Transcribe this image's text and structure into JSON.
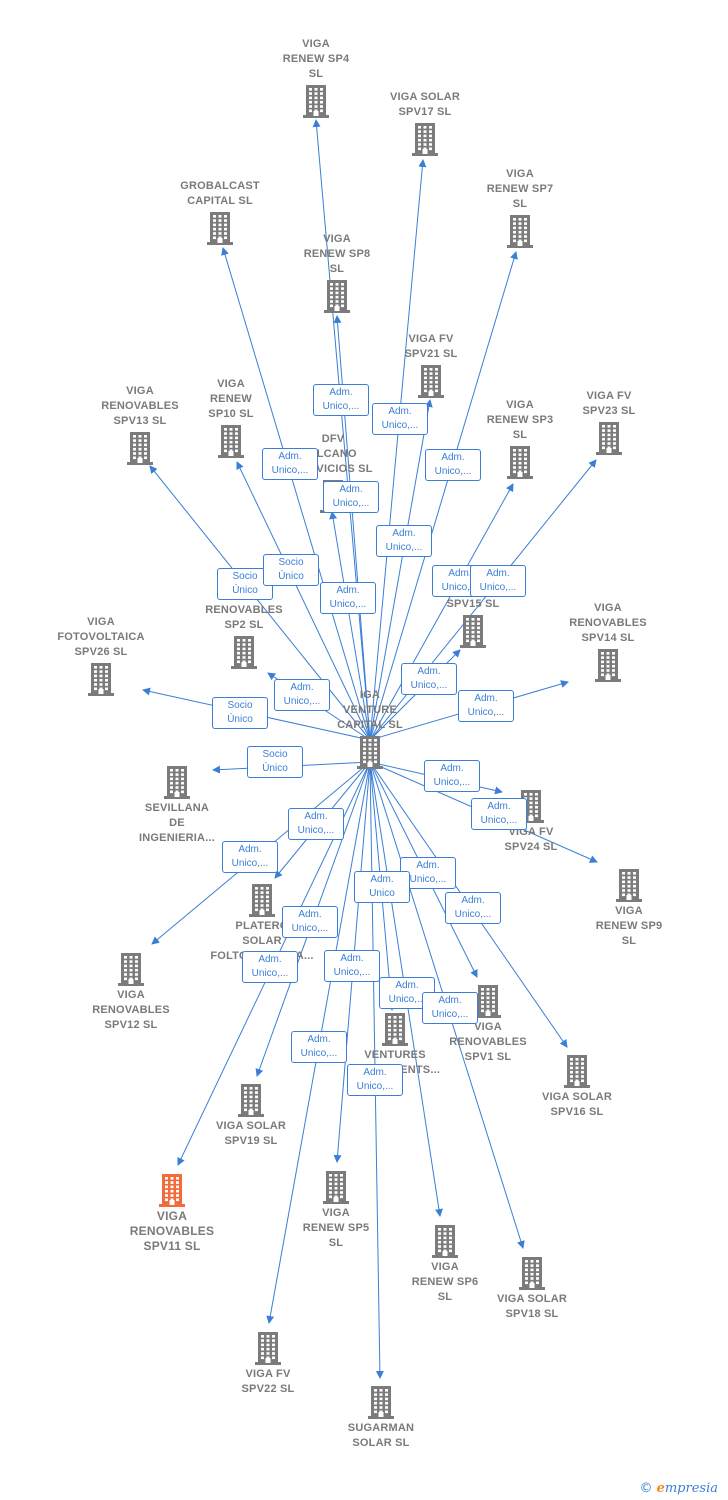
{
  "colors": {
    "node": "#7b7b7b",
    "highlight": "#f26b3a",
    "edge": "#3a7fd5",
    "text": "#7a7a7a"
  },
  "center": {
    "id": "c",
    "label": [
      "IGA",
      "VENTURE",
      "CAPITAL  SL"
    ]
  },
  "nodes": [
    {
      "id": "sp4",
      "label": [
        "VIGA",
        "RENEW SP4",
        "SL"
      ]
    },
    {
      "id": "spv17",
      "label": [
        "VIGA SOLAR",
        "SPV17  SL"
      ]
    },
    {
      "id": "grob",
      "label": [
        "GROBALCAST",
        "CAPITAL  SL"
      ]
    },
    {
      "id": "sp7",
      "label": [
        "VIGA",
        "RENEW SP7",
        "SL"
      ]
    },
    {
      "id": "sp8",
      "label": [
        "VIGA",
        "RENEW SP8",
        "SL"
      ]
    },
    {
      "id": "spv21",
      "label": [
        "VIGA FV",
        "SPV21  SL"
      ]
    },
    {
      "id": "spv13",
      "label": [
        "VIGA",
        "RENOVABLES",
        "SPV13  SL"
      ]
    },
    {
      "id": "sp10",
      "label": [
        "VIGA",
        "RENEW",
        "SP10  SL"
      ]
    },
    {
      "id": "dfv",
      "label": [
        "DFV",
        "ELCANO",
        "SERVICIOS  SL"
      ]
    },
    {
      "id": "sp3",
      "label": [
        "VIGA",
        "RENEW SP3",
        "SL"
      ]
    },
    {
      "id": "spv23",
      "label": [
        "VIGA FV",
        "SPV23  SL"
      ]
    },
    {
      "id": "sp2",
      "label": [
        "RENOVABLES",
        "SP2  SL"
      ]
    },
    {
      "id": "spv15",
      "label": [
        "SPV15  SL"
      ]
    },
    {
      "id": "spv26",
      "label": [
        "VIGA",
        "FOTOVOLTAICA",
        "SPV26  SL"
      ]
    },
    {
      "id": "spv14",
      "label": [
        "VIGA",
        "RENOVABLES",
        "SPV14  SL"
      ]
    },
    {
      "id": "sev",
      "label": [
        "SEVILLANA",
        "DE",
        "INGENIERIA..."
      ]
    },
    {
      "id": "spv24",
      "label": [
        "VIGA FV",
        "SPV24  SL"
      ]
    },
    {
      "id": "sp9",
      "label": [
        "VIGA",
        "RENEW SP9",
        "SL"
      ]
    },
    {
      "id": "plat",
      "label": [
        "PLATERO",
        "SOLAR",
        "FOLTOVOLTAICA..."
      ]
    },
    {
      "id": "spv12",
      "label": [
        "VIGA",
        "RENOVABLES",
        "SPV12  SL"
      ]
    },
    {
      "id": "spv1",
      "label": [
        "VIGA",
        "RENOVABLES",
        "SPV1  SL"
      ]
    },
    {
      "id": "vinv",
      "label": [
        "VENTURES",
        "INVESTMENTS..."
      ]
    },
    {
      "id": "spv16",
      "label": [
        "VIGA SOLAR",
        "SPV16  SL"
      ]
    },
    {
      "id": "spv19",
      "label": [
        "VIGA SOLAR",
        "SPV19  SL"
      ]
    },
    {
      "id": "spv11",
      "label": [
        "VIGA",
        "RENOVABLES",
        "SPV11  SL"
      ],
      "highlight": true
    },
    {
      "id": "sp5",
      "label": [
        "VIGA",
        "RENEW SP5",
        "SL"
      ]
    },
    {
      "id": "sp6",
      "label": [
        "VIGA",
        "RENEW SP6",
        "SL"
      ]
    },
    {
      "id": "spv18",
      "label": [
        "VIGA SOLAR",
        "SPV18  SL"
      ]
    },
    {
      "id": "spv22",
      "label": [
        "VIGA FV",
        "SPV22  SL"
      ]
    },
    {
      "id": "sug",
      "label": [
        "SUGARMAN",
        "SOLAR  SL"
      ]
    }
  ],
  "edges": [
    {
      "to": "sp4",
      "label": [
        "Adm.",
        "Unico,..."
      ]
    },
    {
      "to": "spv17",
      "label": [
        "Adm.",
        "Unico,..."
      ]
    },
    {
      "to": "grob",
      "label": [
        "Adm.",
        "Unico,..."
      ]
    },
    {
      "to": "sp7",
      "label": [
        "Adm.",
        "Unico,..."
      ]
    },
    {
      "to": "sp8",
      "label": [
        "Adm.",
        "Unico,..."
      ]
    },
    {
      "to": "spv21",
      "label": [
        "Adm.",
        "Unico,..."
      ]
    },
    {
      "to": "spv13",
      "label": [
        "Socio",
        "Único"
      ]
    },
    {
      "to": "sp10",
      "label": [
        "Socio",
        "Único"
      ]
    },
    {
      "to": "dfv",
      "label": [
        "Adm.",
        "Unico,..."
      ]
    },
    {
      "to": "sp3",
      "label": [
        "Adm.",
        "Unico,..."
      ]
    },
    {
      "to": "spv23",
      "label": [
        "Adm.",
        "Unico,..."
      ]
    },
    {
      "to": "sp2",
      "label": [
        "Adm.",
        "Unico,..."
      ]
    },
    {
      "to": "spv15",
      "label": [
        "Adm.",
        "Unico,..."
      ]
    },
    {
      "to": "spv26",
      "label": [
        "Socio",
        "Único"
      ]
    },
    {
      "to": "spv14",
      "label": [
        "Adm.",
        "Unico,..."
      ]
    },
    {
      "to": "sev",
      "label": [
        "Socio",
        "Único"
      ]
    },
    {
      "to": "spv24",
      "label": [
        "Adm.",
        "Unico,..."
      ]
    },
    {
      "to": "sp9",
      "label": [
        "Adm.",
        "Unico,..."
      ]
    },
    {
      "to": "plat",
      "label": [
        "Adm.",
        "Unico,..."
      ]
    },
    {
      "to": "spv12",
      "label": [
        "Adm.",
        "Unico,..."
      ]
    },
    {
      "to": "spv1",
      "label": [
        "Adm.",
        "Unico,..."
      ]
    },
    {
      "to": "vinv",
      "label": [
        "Adm.",
        "Unico"
      ]
    },
    {
      "to": "spv16",
      "label": [
        "Adm.",
        "Unico,..."
      ]
    },
    {
      "to": "spv19",
      "label": [
        "Adm.",
        "Unico,..."
      ]
    },
    {
      "to": "spv11",
      "label": [
        "Adm.",
        "Unico,..."
      ]
    },
    {
      "to": "sp5",
      "label": [
        "Adm.",
        "Unico,..."
      ]
    },
    {
      "to": "sp6",
      "label": [
        "Adm.",
        "Unico,..."
      ]
    },
    {
      "to": "spv18",
      "label": [
        "Adm.",
        "Unico,..."
      ]
    },
    {
      "to": "spv22",
      "label": [
        "Adm.",
        "Unico,..."
      ]
    },
    {
      "to": "sug",
      "label": [
        "Adm.",
        "Unico,..."
      ]
    }
  ],
  "footer": {
    "copyright": "©",
    "brand_initial": "e",
    "brand_rest": "mpresia"
  }
}
